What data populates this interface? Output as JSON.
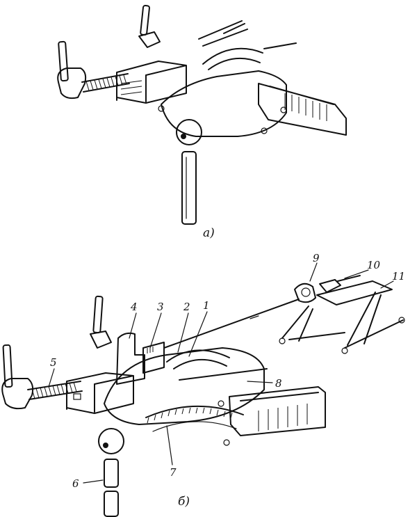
{
  "panels": {
    "a": {
      "caption": "а)"
    },
    "b": {
      "caption": "б)"
    }
  },
  "callouts": {
    "c1": "1",
    "c2": "2",
    "c3": "3",
    "c4": "4",
    "c5": "5",
    "c6": "6",
    "c7": "7",
    "c8": "8",
    "c9": "9",
    "c10": "10",
    "c11": "11"
  },
  "colors": {
    "ink": "#111111",
    "paper": "#ffffff"
  }
}
